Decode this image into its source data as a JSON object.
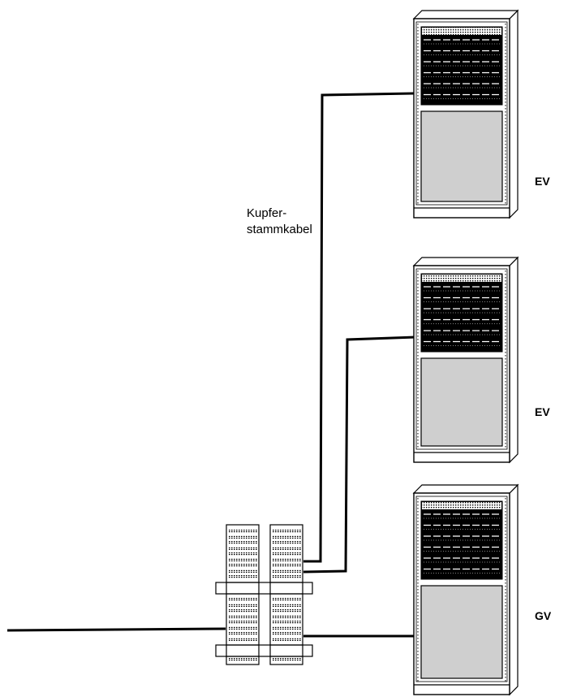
{
  "labels": {
    "cable_line1": "Kupfer-",
    "cable_line2": "stammkabel",
    "cabinet_top": "EV",
    "cabinet_middle": "EV",
    "cabinet_bottom": "GV"
  }
}
